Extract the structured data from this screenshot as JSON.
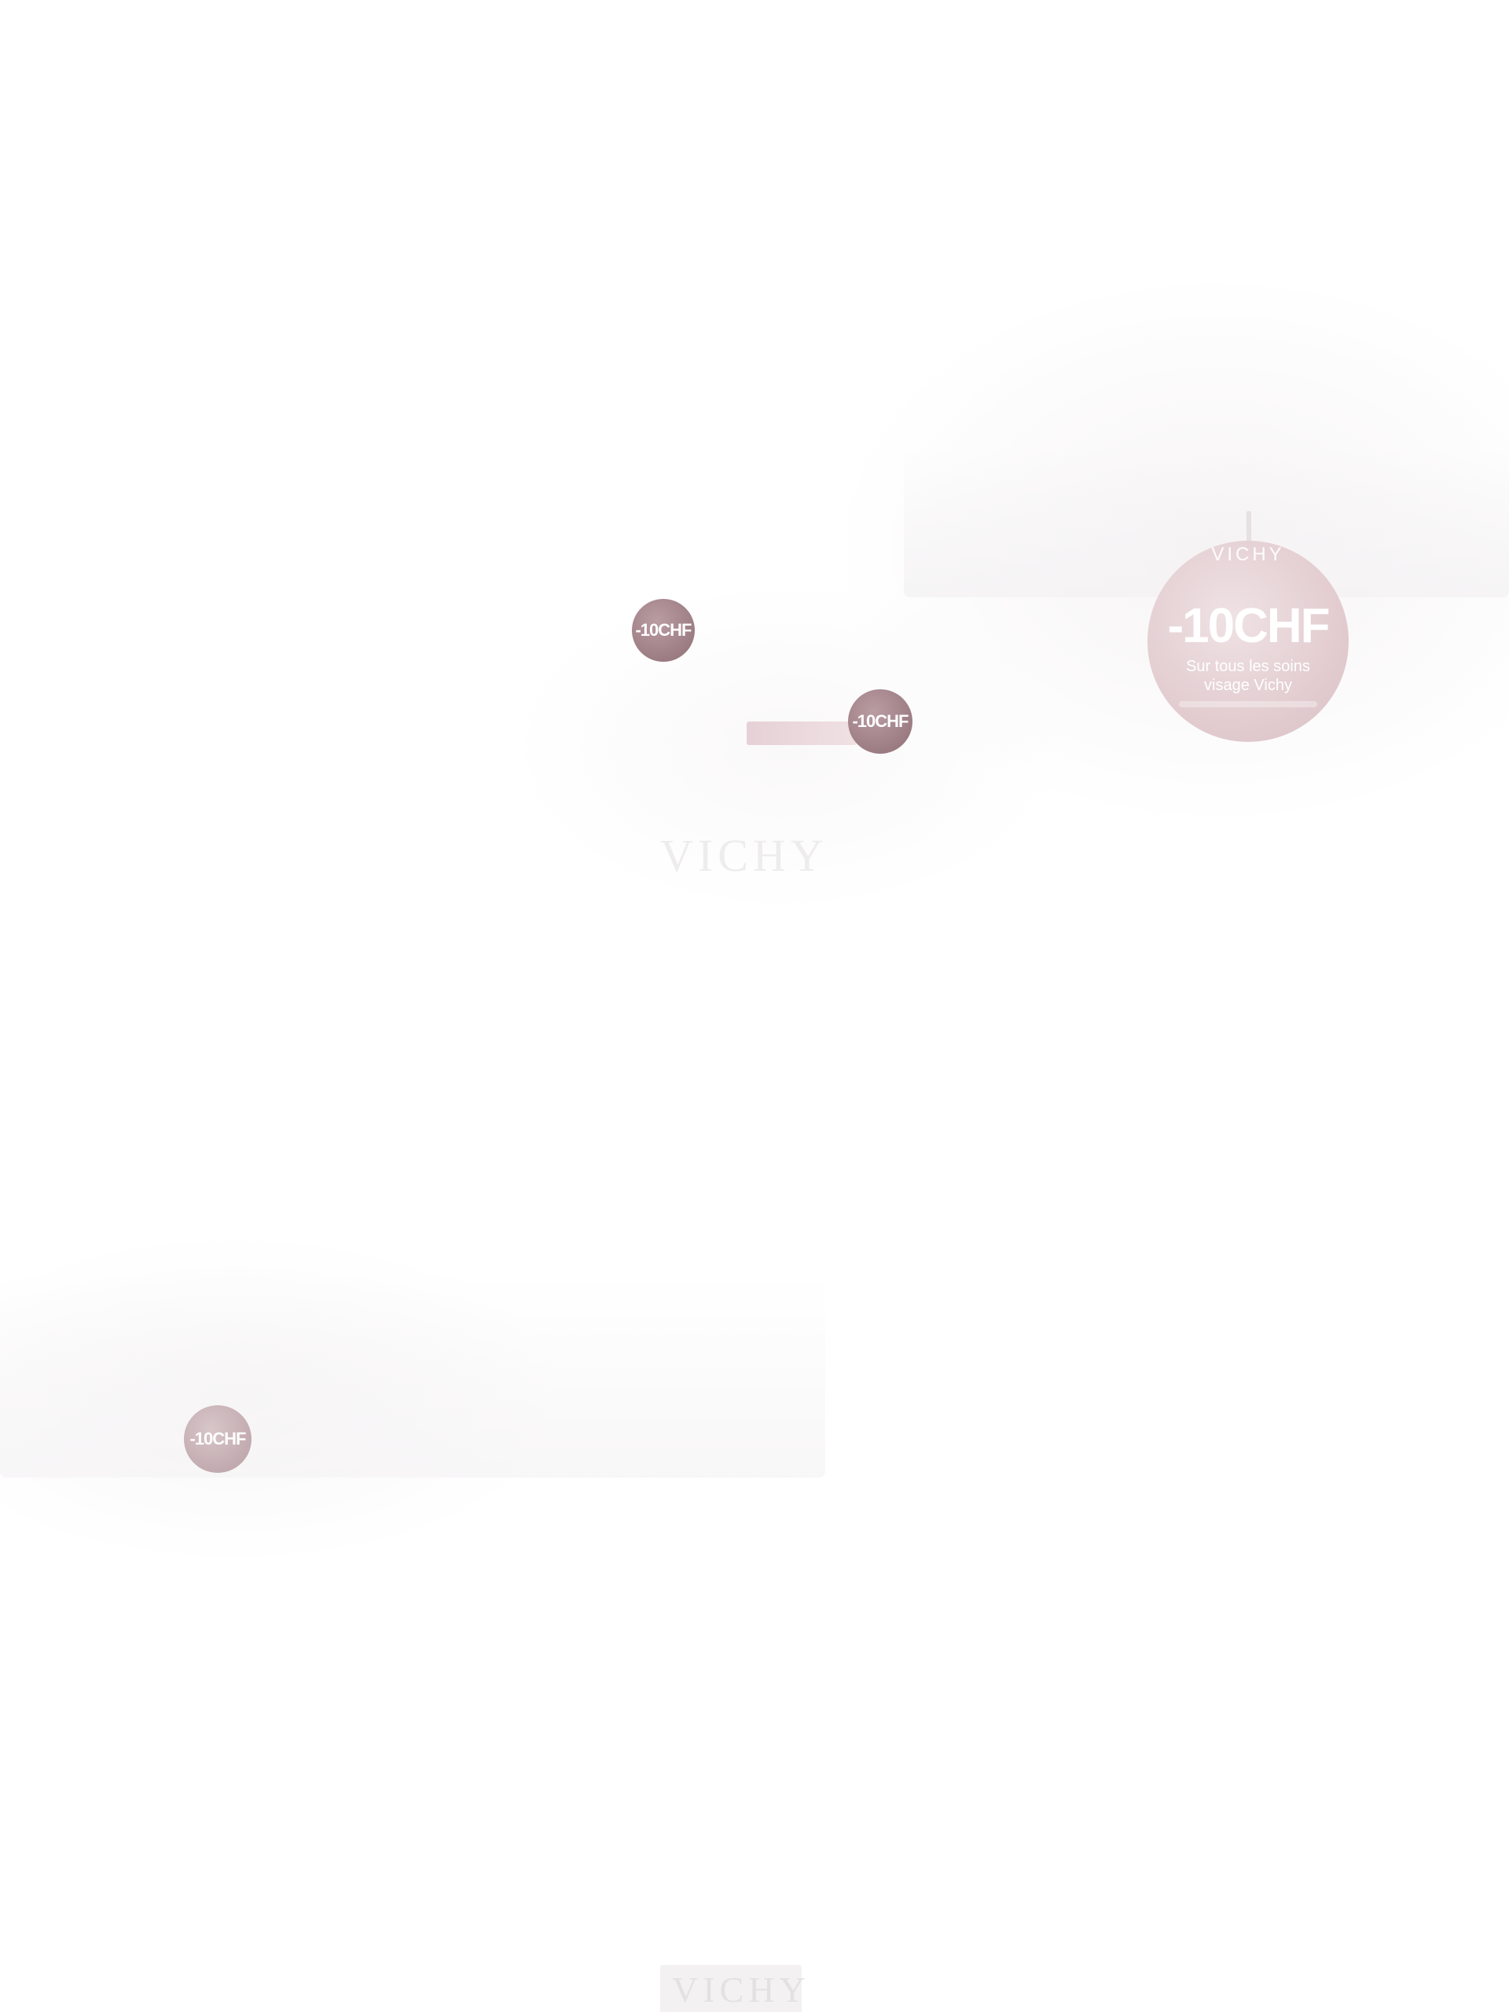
{
  "promo": {
    "brand": "VICHY",
    "amount": "-10CHF",
    "subtitle": "Sur tous les soins visage Vichy"
  },
  "badges": {
    "small_amount": "-10CHF"
  },
  "logos": {
    "shelf_logo": "VICHY",
    "bottom_logo": "VICHY"
  }
}
